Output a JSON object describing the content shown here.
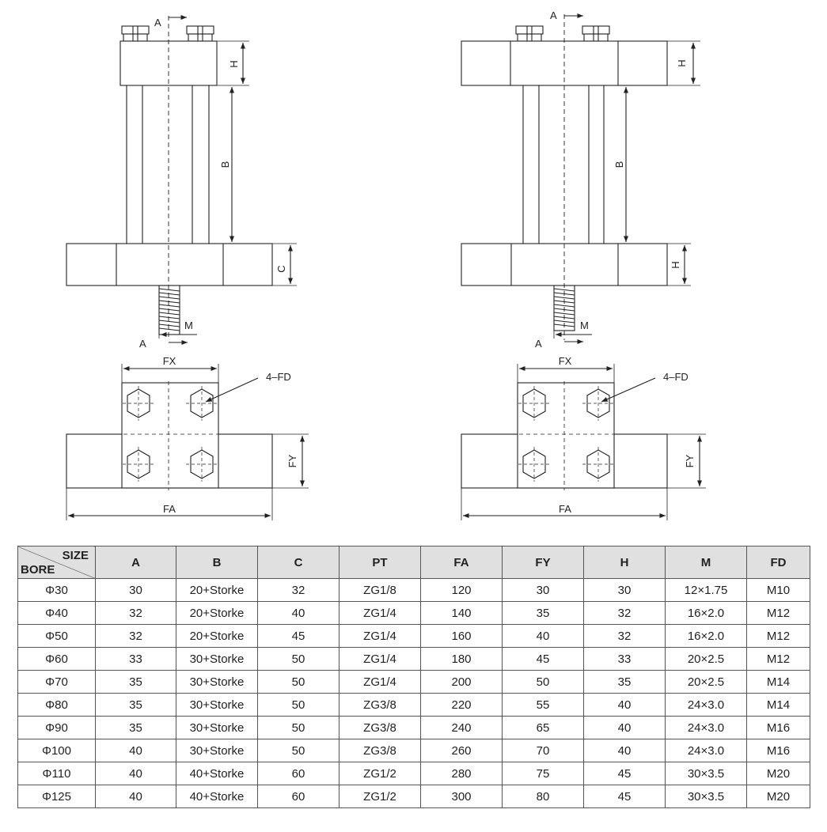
{
  "labels": {
    "section": "A",
    "dim_h": "H",
    "dim_b": "B",
    "dim_c": "C",
    "dim_m": "M",
    "dim_fx": "FX",
    "dim_fy": "FY",
    "dim_fa": "FA",
    "hole_callout": "4–FD"
  },
  "table": {
    "corner_top": "SIZE",
    "corner_bottom": "BORE",
    "headers": [
      "A",
      "B",
      "C",
      "PT",
      "FA",
      "FY",
      "H",
      "M",
      "FD"
    ],
    "rows": [
      [
        "Φ30",
        "30",
        "20+Storke",
        "32",
        "ZG1/8",
        "120",
        "30",
        "30",
        "12×1.75",
        "M10"
      ],
      [
        "Φ40",
        "32",
        "20+Storke",
        "40",
        "ZG1/4",
        "140",
        "35",
        "32",
        "16×2.0",
        "M12"
      ],
      [
        "Φ50",
        "32",
        "20+Storke",
        "45",
        "ZG1/4",
        "160",
        "40",
        "32",
        "16×2.0",
        "M12"
      ],
      [
        "Φ60",
        "33",
        "30+Storke",
        "50",
        "ZG1/4",
        "180",
        "45",
        "33",
        "20×2.5",
        "M12"
      ],
      [
        "Φ70",
        "35",
        "30+Storke",
        "50",
        "ZG1/4",
        "200",
        "50",
        "35",
        "20×2.5",
        "M14"
      ],
      [
        "Φ80",
        "35",
        "30+Storke",
        "50",
        "ZG3/8",
        "220",
        "55",
        "40",
        "24×3.0",
        "M14"
      ],
      [
        "Φ90",
        "35",
        "30+Storke",
        "50",
        "ZG3/8",
        "240",
        "65",
        "40",
        "24×3.0",
        "M16"
      ],
      [
        "Φ100",
        "40",
        "30+Storke",
        "50",
        "ZG3/8",
        "260",
        "70",
        "40",
        "24×3.0",
        "M16"
      ],
      [
        "Φ110",
        "40",
        "40+Storke",
        "60",
        "ZG1/2",
        "280",
        "75",
        "45",
        "30×3.5",
        "M20"
      ],
      [
        "Φ125",
        "40",
        "40+Storke",
        "60",
        "ZG1/2",
        "300",
        "80",
        "45",
        "30×3.5",
        "M20"
      ]
    ]
  }
}
